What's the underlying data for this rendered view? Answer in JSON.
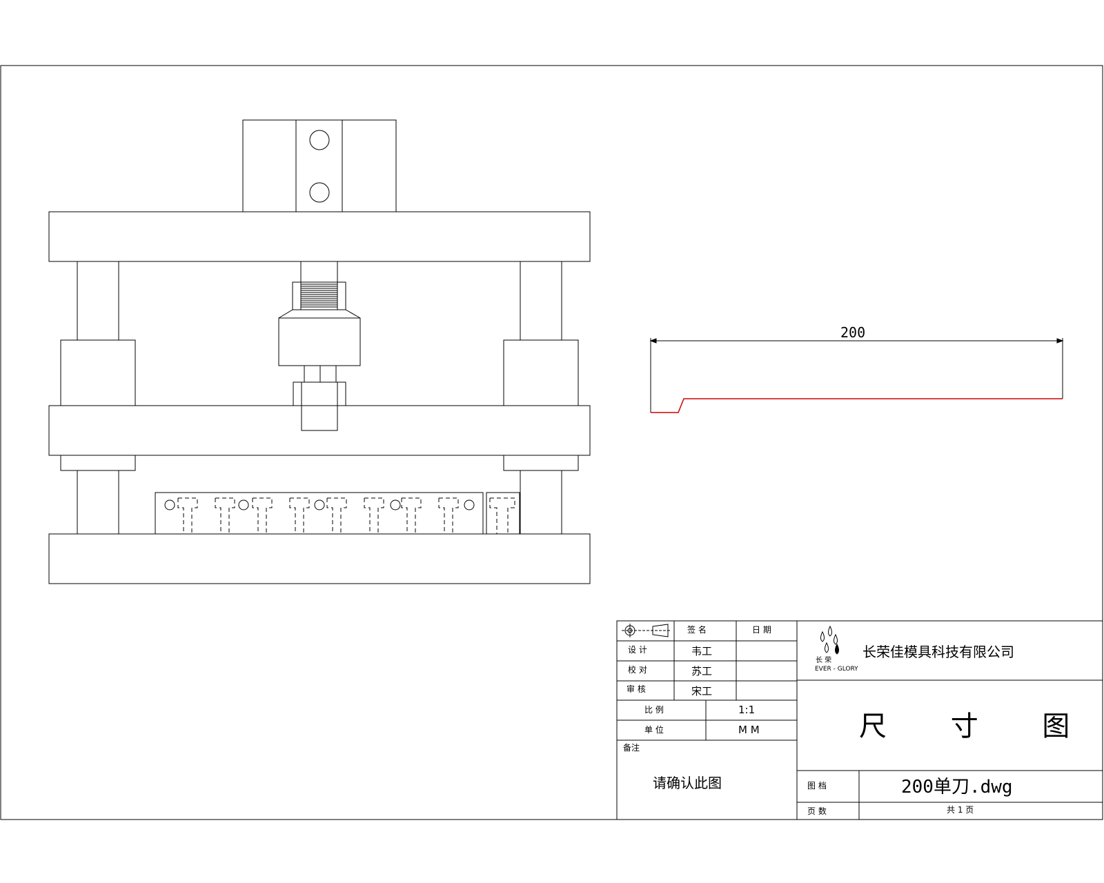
{
  "dimension": {
    "length_label": "200"
  },
  "title_block": {
    "header_sign": "签 名",
    "header_date": "日 期",
    "rows": [
      {
        "role": "设 计",
        "name": "韦工"
      },
      {
        "role": "校 对",
        "name": "苏工"
      },
      {
        "role": "审 核",
        "name": "宋工"
      }
    ],
    "scale_label": "比 例",
    "scale_value": "1:1",
    "unit_label": "单 位",
    "unit_value": "M M",
    "remarks_label": "备注",
    "remarks_text": "请确认此图",
    "logo_text": "长 荣",
    "logo_sub": "EVER - GLORY",
    "company": "长荣佳模具科技有限公司",
    "drawing_title": "尺 寸 图",
    "file_label": "图 档",
    "file_name": "200单刀.dwg",
    "pages_label": "页 数",
    "pages_value": "共 1 页"
  },
  "colors": {
    "line": "#000000",
    "blade_profile": "#cc0000"
  }
}
